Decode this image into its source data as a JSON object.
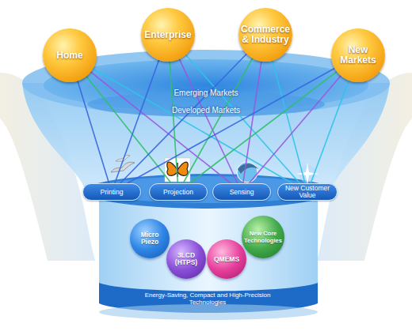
{
  "diagram": {
    "nodes": [
      {
        "text": [
          "Home"
        ]
      },
      {
        "text": [
          "Enterprise"
        ]
      },
      {
        "text": [
          "Commerce & Industry"
        ]
      },
      {
        "text": [
          "New Markets"
        ]
      },
      {
        "text": [
          "Emerging Markets"
        ]
      },
      {
        "text": [
          "Developed Markets"
        ]
      },
      {
        "text": [
          "Printing"
        ]
      },
      {
        "text": [
          "Projection"
        ]
      },
      {
        "text": [
          "Sensing"
        ]
      },
      {
        "text": [
          "New Customer Value"
        ]
      },
      {
        "text": [
          "Micro Piezo"
        ]
      },
      {
        "text": [
          "3LCD (HTPS)"
        ]
      },
      {
        "text": [
          "QMEMS"
        ]
      },
      {
        "text": [
          "New Core Technologies"
        ]
      },
      {
        "text": [
          "Energy-Saving, Compact and High-Precision Technologies"
        ]
      }
    ],
    "edges": [
      {
        "from": 0,
        "to": 6,
        "arrow": "none"
      },
      {
        "from": 0,
        "to": 7,
        "arrow": "none"
      },
      {
        "from": 0,
        "to": 8,
        "arrow": "none"
      },
      {
        "from": 0,
        "to": 9,
        "arrow": "none"
      },
      {
        "from": 1,
        "to": 6,
        "arrow": "none"
      },
      {
        "from": 1,
        "to": 7,
        "arrow": "none"
      },
      {
        "from": 1,
        "to": 8,
        "arrow": "none"
      },
      {
        "from": 1,
        "to": 9,
        "arrow": "none"
      },
      {
        "from": 2,
        "to": 6,
        "arrow": "none"
      },
      {
        "from": 2,
        "to": 7,
        "arrow": "none"
      },
      {
        "from": 2,
        "to": 8,
        "arrow": "none"
      },
      {
        "from": 2,
        "to": 9,
        "arrow": "none"
      },
      {
        "from": 3,
        "to": 6,
        "arrow": "none"
      },
      {
        "from": 3,
        "to": 7,
        "arrow": "none"
      },
      {
        "from": 3,
        "to": 8,
        "arrow": "none"
      },
      {
        "from": 3,
        "to": 9,
        "arrow": "none"
      }
    ]
  }
}
